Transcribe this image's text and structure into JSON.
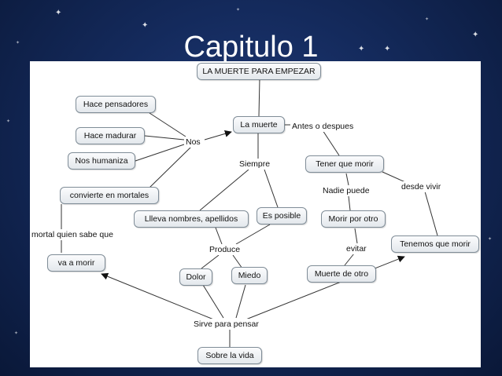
{
  "slide": {
    "title": "Capitulo 1"
  },
  "concept_map": {
    "nodes": {
      "root": "LA MUERTE PARA EMPEZAR",
      "la_muerte": "La muerte",
      "hace_pensadores": "Hace pensadores",
      "hace_madurar": "Hace madurar",
      "nos_humaniza": "Nos humaniza",
      "convierte": "convierte en mortales",
      "tener_que_morir": "Tener que morir",
      "lleva_nombres": "Llleva nombres, apellidos",
      "es_posible": "Es posible",
      "morir_por_otro": "Morir por otro",
      "tenemos_que_morir": "Tenemos que morir",
      "va_a_morir": "va a morir",
      "dolor": "Dolor",
      "miedo": "Miedo",
      "muerte_de_otro": "Muerte de otro",
      "sobre_la_vida": "Sobre la vida"
    },
    "links": {
      "nos": "Nos",
      "antes": "Antes o despues",
      "siempre": "Siempre",
      "nadie": "Nadie puede",
      "desde_vivir": "desde vivir",
      "mortal": "mortal quien sabe que",
      "produce": "Produce",
      "evitar": "evitar",
      "sirve": "Sirve para pensar"
    }
  }
}
